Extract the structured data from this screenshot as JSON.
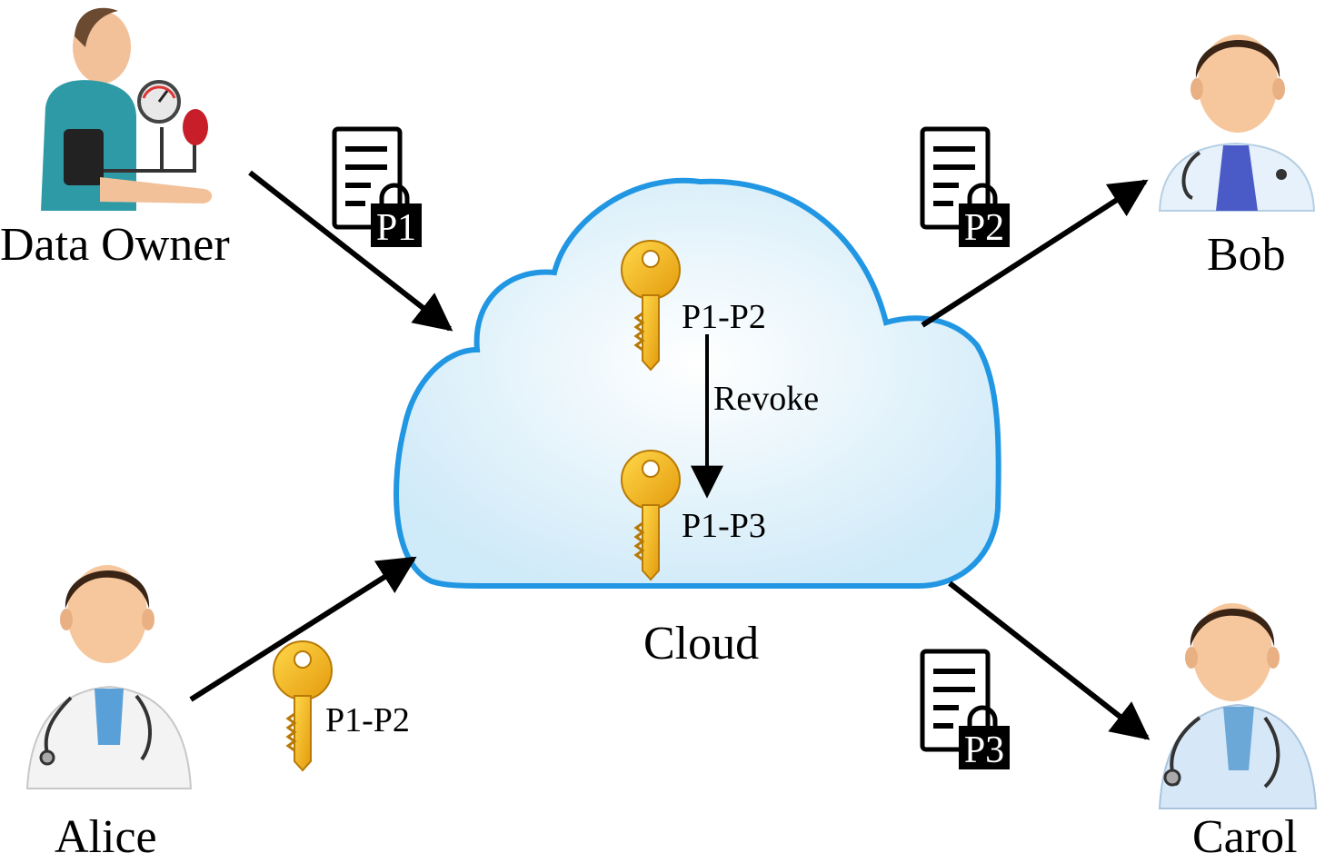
{
  "actors": {
    "data_owner": "Data Owner",
    "bob": "Bob",
    "alice": "Alice",
    "carol": "Carol"
  },
  "cloud": {
    "label": "Cloud",
    "key_before": "P1-P2",
    "key_after": "P1-P3",
    "revoke_label": "Revoke"
  },
  "documents": {
    "to_cloud": "P1",
    "to_bob": "P2",
    "to_carol": "P3"
  },
  "alice_key": "P1-P2",
  "colors": {
    "cloud_fill": "#e3f3fb",
    "cloud_stroke": "#2196e3",
    "key_gold": "#f6b21a",
    "arrow": "#000000"
  },
  "icons": {
    "data_owner": "patient-blood-pressure-icon",
    "bob": "doctor-icon",
    "alice": "doctor-icon",
    "carol": "doctor-icon",
    "document": "locked-document-icon",
    "key": "key-icon"
  }
}
